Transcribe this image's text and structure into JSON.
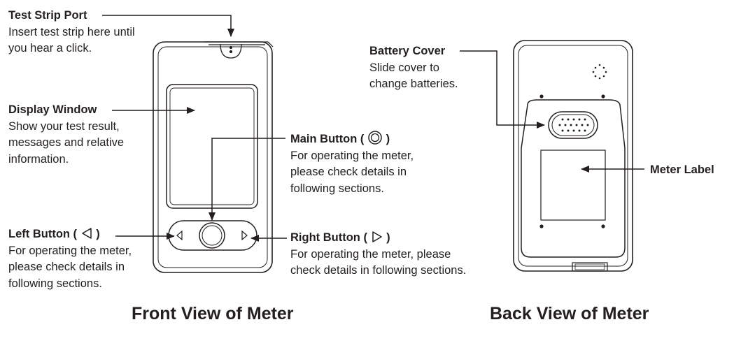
{
  "callouts": {
    "test_strip_port": {
      "title": "Test Strip Port",
      "lines": [
        "Insert test strip here until",
        "you hear a click."
      ]
    },
    "display_window": {
      "title": "Display Window",
      "lines": [
        "Show your test result,",
        "messages and relative",
        "information."
      ]
    },
    "main_button": {
      "title_prefix": "Main Button (",
      "title_suffix": ")",
      "lines": [
        "For operating the meter,",
        "please check details in",
        "following sections."
      ]
    },
    "left_button": {
      "title_prefix": "Left Button (",
      "title_suffix": ")",
      "lines": [
        "For operating the meter,",
        "please check details in",
        "following sections."
      ]
    },
    "right_button": {
      "title_prefix": "Right Button (",
      "title_suffix": ")",
      "lines": [
        "For operating the meter, please",
        "check details in following sections."
      ]
    },
    "battery_cover": {
      "title": "Battery Cover",
      "lines": [
        "Slide cover to",
        "change batteries."
      ]
    },
    "meter_label": {
      "title": "Meter Label"
    }
  },
  "view_titles": {
    "front": "Front View of Meter",
    "back": "Back View of Meter"
  },
  "colors": {
    "line": "#231f20"
  }
}
